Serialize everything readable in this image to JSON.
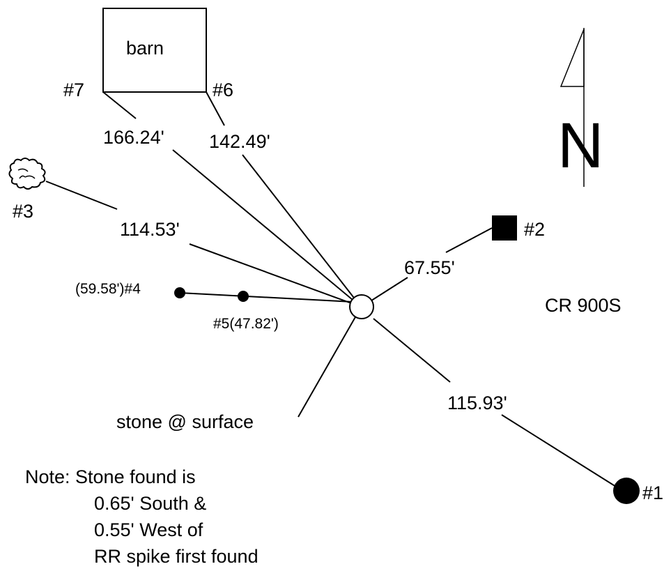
{
  "barn": {
    "label": "barn"
  },
  "north_arrow": {
    "letter": "N"
  },
  "points": {
    "p1": "#1",
    "p2": "#2",
    "p3": "#3",
    "p4": "(59.58')#4",
    "p5": "#5(47.82')",
    "p6": "#6",
    "p7": "#7"
  },
  "distances": {
    "to_p7": "166.24'",
    "to_p6": "142.49'",
    "to_p3": "114.53'",
    "to_p2": "67.55'",
    "to_p1": "115.93'"
  },
  "road_label": "CR 900S",
  "stone_label": "stone @ surface",
  "note": {
    "line1": "Note: Stone found is",
    "line2": "0.65' South &",
    "line3": "0.55' West of",
    "line4": "RR spike first found"
  }
}
